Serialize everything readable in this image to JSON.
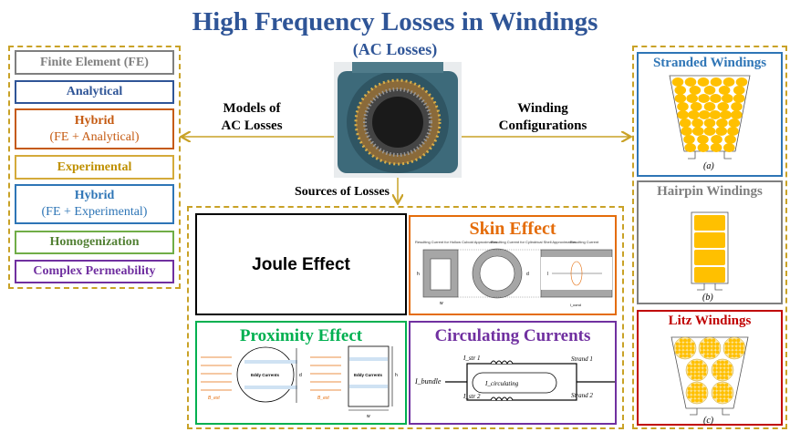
{
  "title": "High Frequency Losses in Windings",
  "subtitle": "(AC Losses)",
  "labels": {
    "models": "Models of AC Losses",
    "models_l1": "Models of",
    "models_l2": "AC Losses",
    "winding_l1": "Winding",
    "winding_l2": "Configurations",
    "sources": "Sources of Losses"
  },
  "models": [
    {
      "label": "Finite Element (FE)",
      "color": "#7F7F7F"
    },
    {
      "label": "Analytical",
      "color": "#2F5597"
    },
    {
      "label": "Hybrid",
      "sub": "(FE + Analytical)",
      "color": "#C55A11"
    },
    {
      "label": "Experimental",
      "color": "#BF9000"
    },
    {
      "label": "Hybrid",
      "sub": "(FE + Experimental)",
      "color": "#2E75B6"
    },
    {
      "label": "Homogenization",
      "color": "#538135"
    },
    {
      "label": "Complex Permeability",
      "color": "#7030A0"
    }
  ],
  "sources": {
    "joule": {
      "title": "Joule Effect"
    },
    "skin": {
      "title": "Skin Effect",
      "color": "#E46C0A",
      "cap1": "Resulting Current for Hollow Cuboid Approximation",
      "cap2": "Resulting Current for Cylindrical Shell Approximation",
      "cap3": "Resulting Current",
      "h": "h",
      "w": "w",
      "d": "d",
      "l": "l",
      "lcond": "l_cond"
    },
    "proximity": {
      "title": "Proximity Effect",
      "color": "#00B050",
      "eddy": "Eddy Currents",
      "bext": "B_ext",
      "d": "d",
      "h": "h",
      "w": "w"
    },
    "circulating": {
      "title": "Circulating Currents",
      "color": "#7030A0",
      "ibundle": "I_bundle",
      "istr1": "I_str 1",
      "istr2": "I_str 2",
      "icirc": "I_circulating",
      "strand1": "Strand 1",
      "strand2": "Strand 2"
    }
  },
  "windings": [
    {
      "title": "Stranded Windings",
      "color": "#2E75B6",
      "caption": "(a)"
    },
    {
      "title": "Hairpin Windings",
      "color": "#7F7F7F",
      "caption": "(b)"
    },
    {
      "title": "Litz Windings",
      "color": "#C00000",
      "caption": "(c)"
    }
  ],
  "colors": {
    "title": "#2F5597",
    "dashed_border": "#C9A227",
    "conductor": "#FFC000"
  }
}
